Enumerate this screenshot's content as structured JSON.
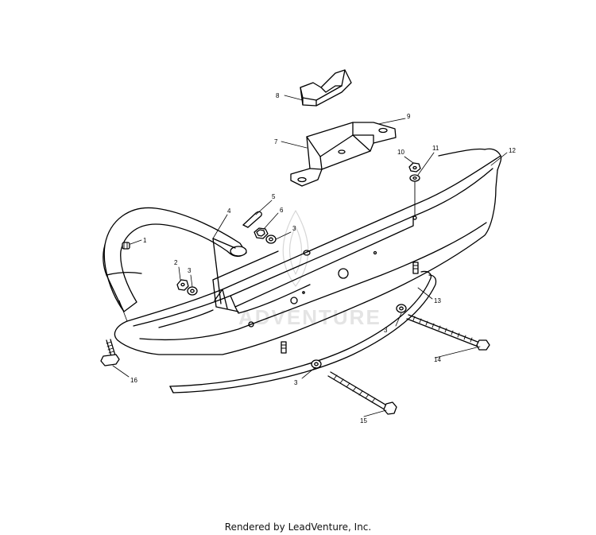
{
  "diagram": {
    "callouts": {
      "c1": "1",
      "c2": "2",
      "c3a": "3",
      "c3b": "3",
      "c3c": "3",
      "c3d": "3",
      "c4": "4",
      "c5": "5",
      "c6": "6",
      "c7": "7",
      "c8": "8",
      "c9": "9",
      "c10": "10",
      "c11": "11",
      "c12": "12",
      "c13": "13",
      "c14": "14",
      "c15": "15",
      "c16": "16"
    },
    "watermark": {
      "brand_text": "ADVENTURE"
    }
  },
  "footer": {
    "rendered_by": "Rendered by LeadVenture, Inc."
  }
}
